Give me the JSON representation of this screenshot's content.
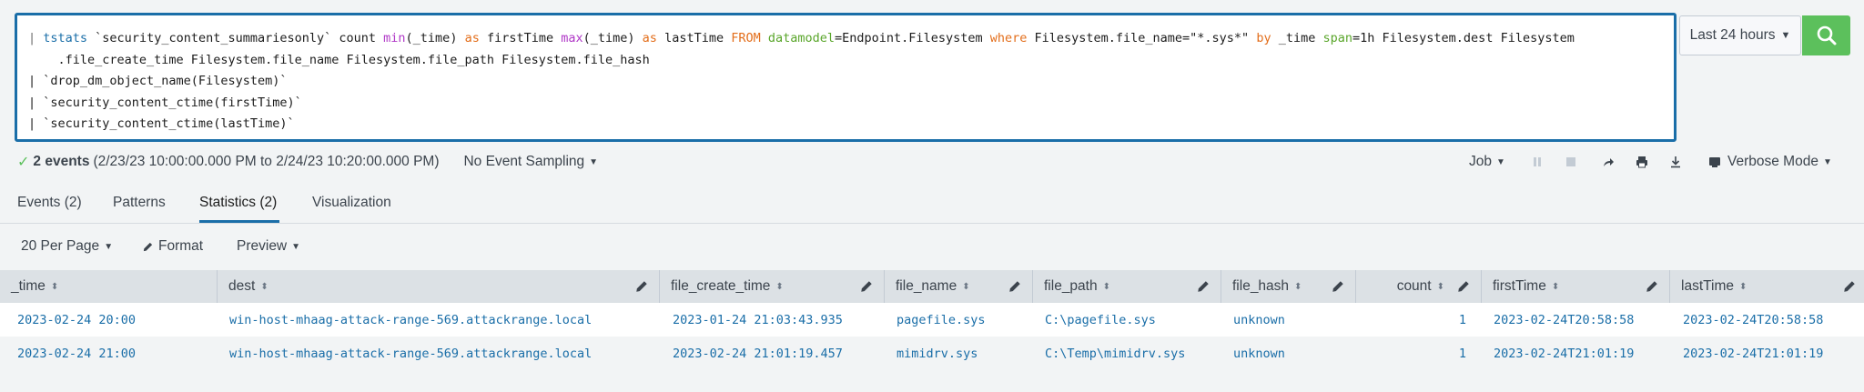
{
  "search": {
    "query_parts": {
      "l1_pipe": "| ",
      "l1_cmd": "tstats",
      "l1_a": " `security_content_summariesonly` count ",
      "l1_fn1": "min",
      "l1_b": "(_time) ",
      "l1_as1": "as",
      "l1_c": " firstTime ",
      "l1_fn2": "max",
      "l1_d": "(_time) ",
      "l1_as2": "as",
      "l1_e": " lastTime ",
      "l1_from": "FROM",
      "l1_f": " ",
      "l1_dm": "datamodel",
      "l1_g": "=Endpoint.Filesystem ",
      "l1_where": "where",
      "l1_h": " Filesystem.file_name=\"*.sys*\" ",
      "l1_by": "by",
      "l1_i": " _time ",
      "l1_span": "span",
      "l1_j": "=1h Filesystem.dest Filesystem",
      "l2": "    .file_create_time Filesystem.file_name Filesystem.file_path Filesystem.file_hash",
      "l3": "| `drop_dm_object_name(Filesystem)`",
      "l4": "| `security_content_ctime(firstTime)`",
      "l5": "| `security_content_ctime(lastTime)`"
    },
    "time_range": "Last 24 hours",
    "search_icon": "magnifier-icon"
  },
  "status": {
    "events_label": "2 events",
    "range": "(2/23/23 10:00:00.000 PM to 2/24/23 10:20:00.000 PM)",
    "sampling": "No Event Sampling"
  },
  "job": {
    "label": "Job",
    "mode": "Verbose Mode"
  },
  "tabs": [
    {
      "label": "Events (2)"
    },
    {
      "label": "Patterns"
    },
    {
      "label": "Statistics (2)"
    },
    {
      "label": "Visualization"
    }
  ],
  "toolbar": {
    "per_page": "20 Per Page",
    "format": "Format",
    "preview": "Preview"
  },
  "table": {
    "columns": [
      "_time",
      "dest",
      "file_create_time",
      "file_name",
      "file_path",
      "file_hash",
      "count",
      "firstTime",
      "lastTime"
    ],
    "rows": [
      [
        "2023-02-24 20:00",
        "win-host-mhaag-attack-range-569.attackrange.local",
        "2023-01-24 21:03:43.935",
        "pagefile.sys",
        "C:\\pagefile.sys",
        "unknown",
        "1",
        "2023-02-24T20:58:58",
        "2023-02-24T20:58:58"
      ],
      [
        "2023-02-24 21:00",
        "win-host-mhaag-attack-range-569.attackrange.local",
        "2023-02-24 21:01:19.457",
        "mimidrv.sys",
        "C:\\Temp\\mimidrv.sys",
        "unknown",
        "1",
        "2023-02-24T21:01:19",
        "2023-02-24T21:01:19"
      ]
    ]
  },
  "colors": {
    "accent": "#1a6ea8",
    "success": "#5cc05c"
  }
}
